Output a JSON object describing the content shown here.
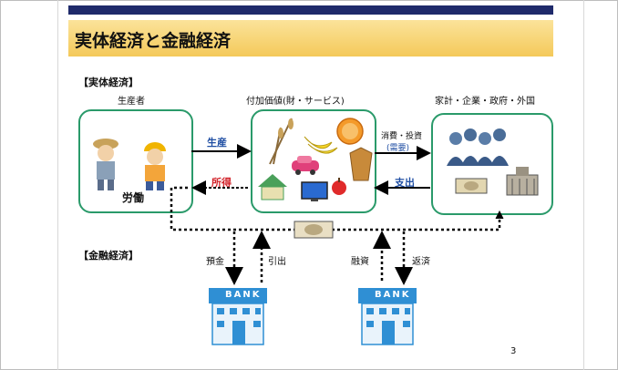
{
  "slide": {
    "title": "実体経済と金融経済",
    "page_number": "3"
  },
  "sections": {
    "real_economy": "【実体経済】",
    "financial_economy": "【金融経済】"
  },
  "nodes": {
    "producer": {
      "heading": "生産者",
      "caption": "労働"
    },
    "value_added": {
      "heading": "付加価値(財・サービス)"
    },
    "consumers": {
      "heading": "家計・企業・政府・外国"
    }
  },
  "flows": {
    "production": "生産",
    "income": "所得",
    "consumption": "消費・投資",
    "demand": "(需要)",
    "expenditure": "支出",
    "deposit": "預金",
    "withdrawal": "引出",
    "loan": "融資",
    "repayment": "返済"
  },
  "banks": {
    "left_label": "BANK",
    "right_label": "BANK"
  },
  "colors": {
    "title_band": "#f4c95a",
    "top_bar": "#1f2a6b",
    "node_border": "#2a9a6a",
    "label_blue": "#1f4ea3",
    "label_red": "#d2232a",
    "bank_blue": "#2f8fd4"
  }
}
